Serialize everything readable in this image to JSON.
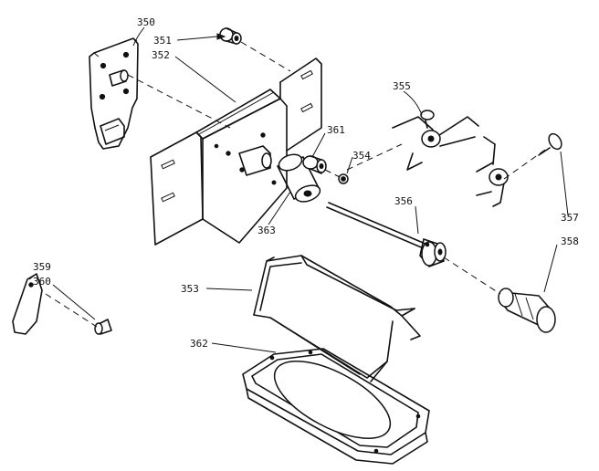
{
  "callouts": {
    "c350": "350",
    "c351": "351",
    "c352": "352",
    "c353": "353",
    "c354": "354",
    "c355": "355",
    "c356": "356",
    "c357": "357",
    "c358": "358",
    "c359": "359",
    "c360": "360",
    "c361": "361",
    "c362": "362",
    "c363": "363"
  }
}
